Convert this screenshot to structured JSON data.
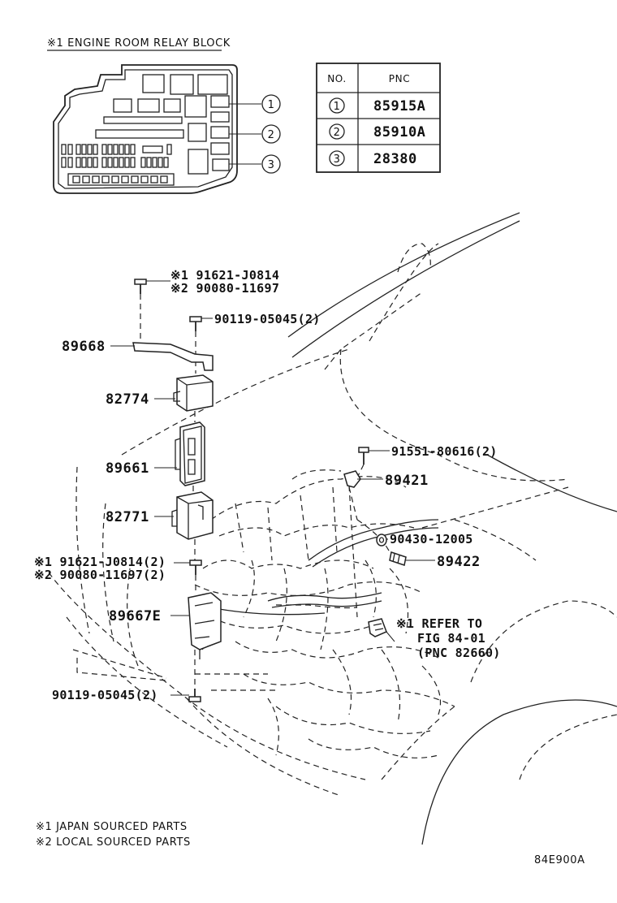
{
  "relay_block": {
    "title": "※1 ENGINE ROOM RELAY BLOCK",
    "callouts": [
      "1",
      "2",
      "3"
    ]
  },
  "pnc_table": {
    "headers": [
      "NO.",
      "PNC"
    ],
    "rows": [
      {
        "no": "1",
        "pnc": "85915A"
      },
      {
        "no": "2",
        "pnc": "85910A"
      },
      {
        "no": "3",
        "pnc": "28380"
      }
    ]
  },
  "labels": {
    "bolt_top_1": "※1 91621-J0814",
    "bolt_top_2": "※2 90080-11697",
    "bolt_top_3": "90119-05045(2)",
    "p89668": "89668",
    "p82774": "82774",
    "p89661": "89661",
    "p82771": "82771",
    "bolt_mid_1": "※1 91621-J0814(2)",
    "bolt_mid_2": "※2 90080-11697(2)",
    "p89667e": "89667E",
    "bolt_bottom": "90119-05045(2)",
    "p91551": "91551-80616(2)",
    "p89421": "89421",
    "p90430": "90430-12005",
    "p89422": "89422",
    "refer_1": "※1 REFER TO",
    "refer_2": "FIG 84-01",
    "refer_3": "(PNC 82660)"
  },
  "footnotes": {
    "note1": "※1 JAPAN SOURCED PARTS",
    "note2": "※2 LOCAL SOURCED PARTS"
  },
  "figure_code": "84E900A"
}
